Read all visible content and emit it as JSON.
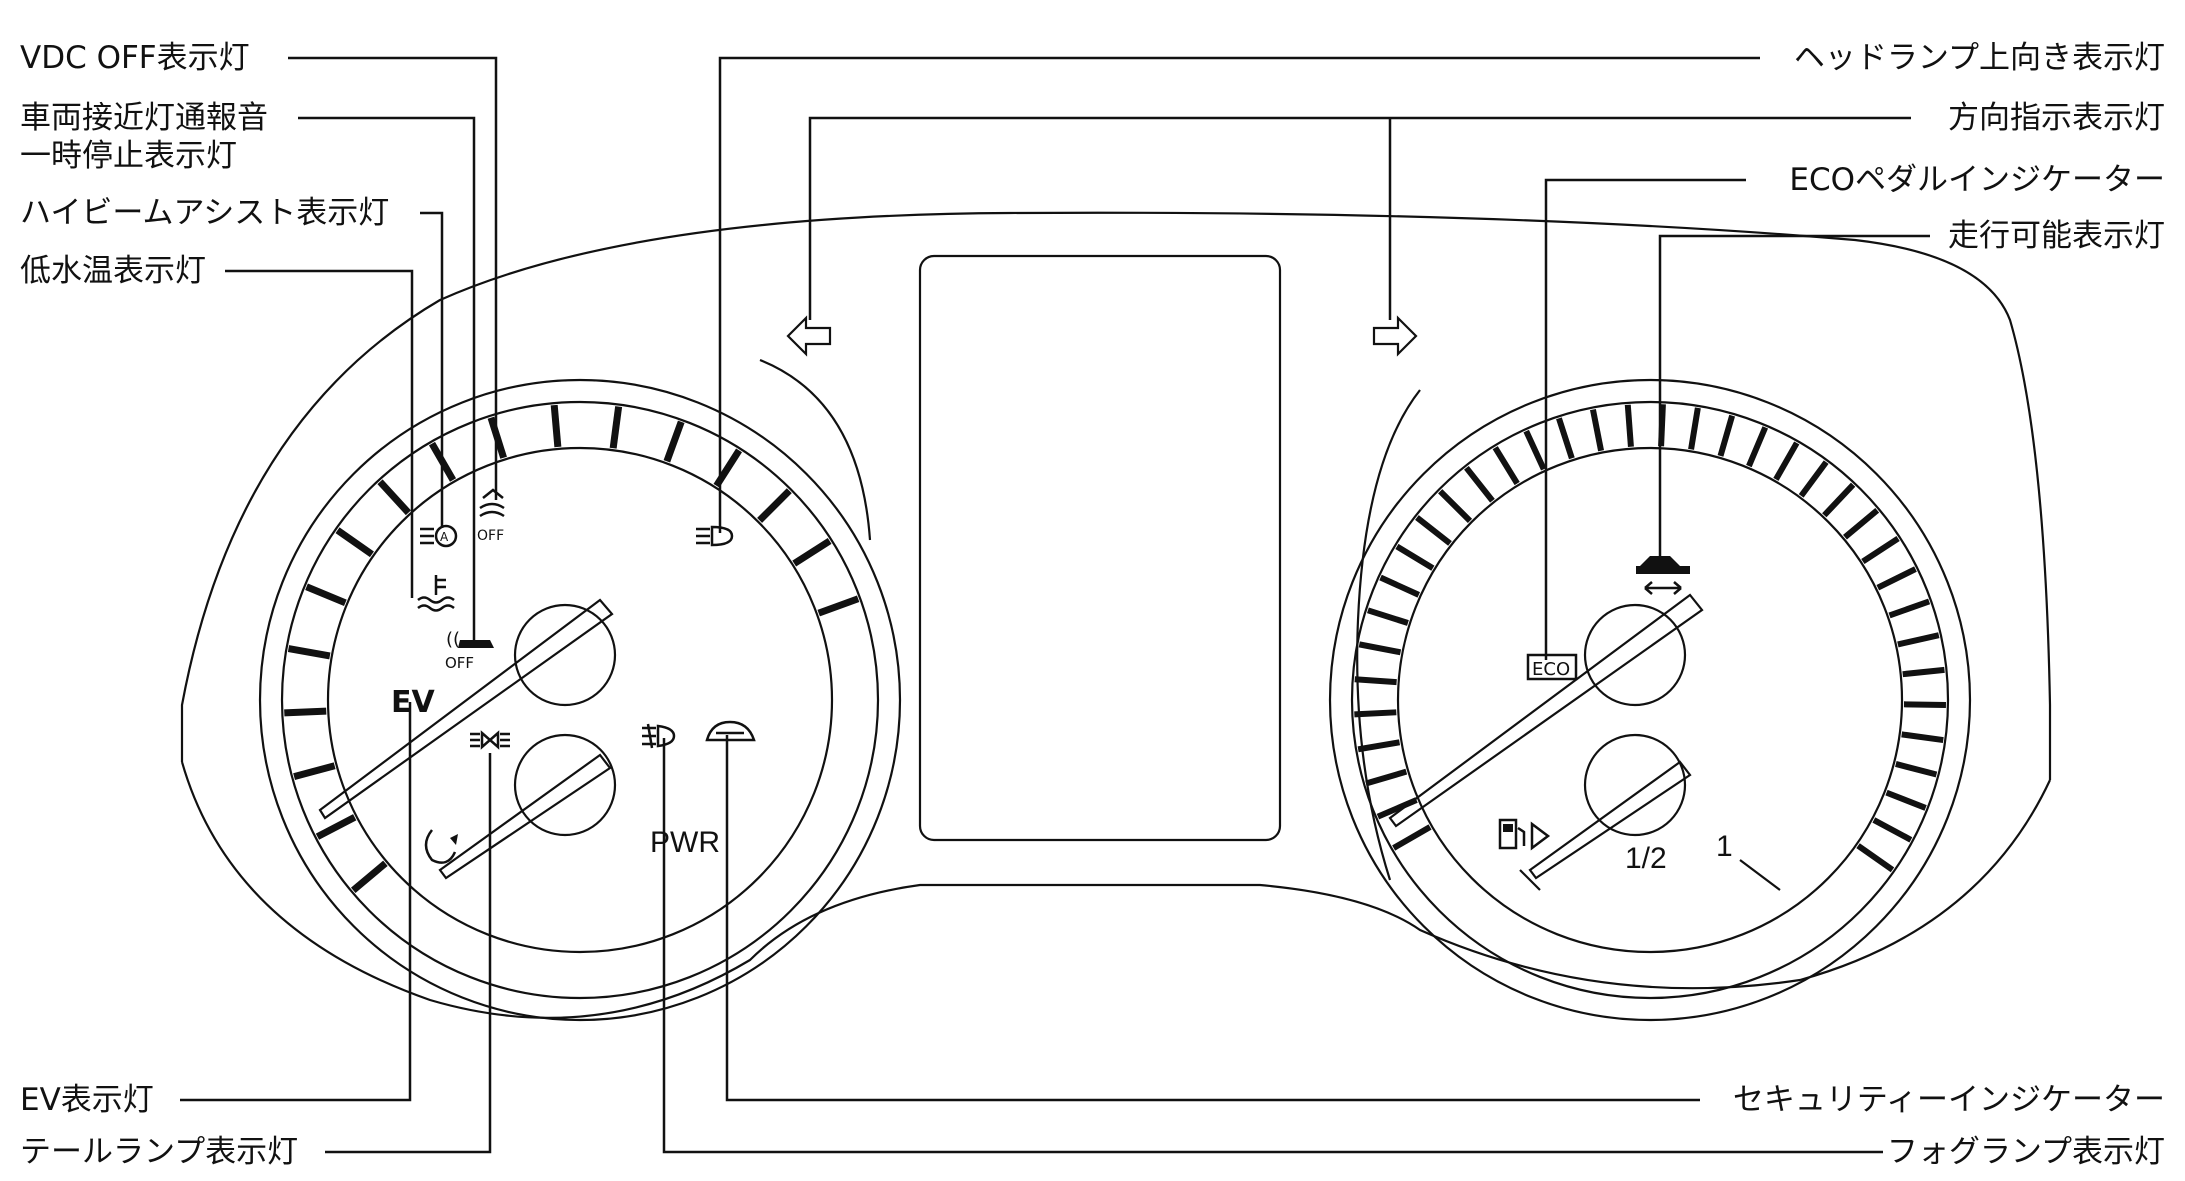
{
  "labels": {
    "vdc_off": "VDC OFF表示灯",
    "approach_sound_line1": "車両接近灯通報音",
    "approach_sound_line2": "一時停止表示灯",
    "high_beam_assist": "ハイビームアシスト表示灯",
    "low_water_temp": "低水温表示灯",
    "ev": "EV表示灯",
    "tail_lamp": "テールランプ表示灯",
    "headlamp_high": "ヘッドランプ上向き表示灯",
    "turn_signal": "方向指示表示灯",
    "eco_pedal": "ECOペダルインジケーター",
    "ready": "走行可能表示灯",
    "security": "セキュリティーインジケーター",
    "fog_lamp": "フォグランプ表示灯"
  },
  "gauge_text": {
    "ev_mark": "EV",
    "pwr": "PWR",
    "eco": "ECO",
    "off_small_1": "OFF",
    "off_small_2": "OFF",
    "fuel_half": "1/2",
    "fuel_full": "1"
  },
  "icons": [
    "vdc-off-icon",
    "high-beam-assist-icon",
    "low-water-temp-icon",
    "approach-sound-off-icon",
    "ev-icon",
    "tail-lamp-icon",
    "headlamp-high-icon",
    "fog-lamp-icon",
    "security-icon",
    "turn-left-icon",
    "turn-right-icon",
    "eco-icon",
    "ready-icon",
    "fuel-icon",
    "regen-icon"
  ]
}
